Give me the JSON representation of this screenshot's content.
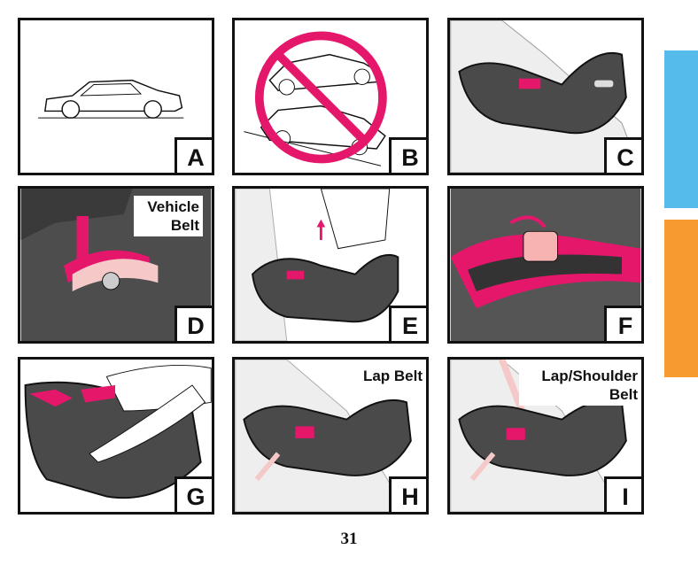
{
  "panels": [
    {
      "letter": "A"
    },
    {
      "letter": "B"
    },
    {
      "letter": "C"
    },
    {
      "letter": "D",
      "callout": "Vehicle Belt"
    },
    {
      "letter": "E"
    },
    {
      "letter": "F"
    },
    {
      "letter": "G"
    },
    {
      "letter": "H",
      "callout": "Lap Belt"
    },
    {
      "letter": "I",
      "callout": "Lap/Shoulder Belt"
    }
  ],
  "side_tabs": {
    "top_color": "#55bbea",
    "bottom_color": "#f79a2f"
  },
  "accent_color": "#e5176b",
  "page_number": "31"
}
